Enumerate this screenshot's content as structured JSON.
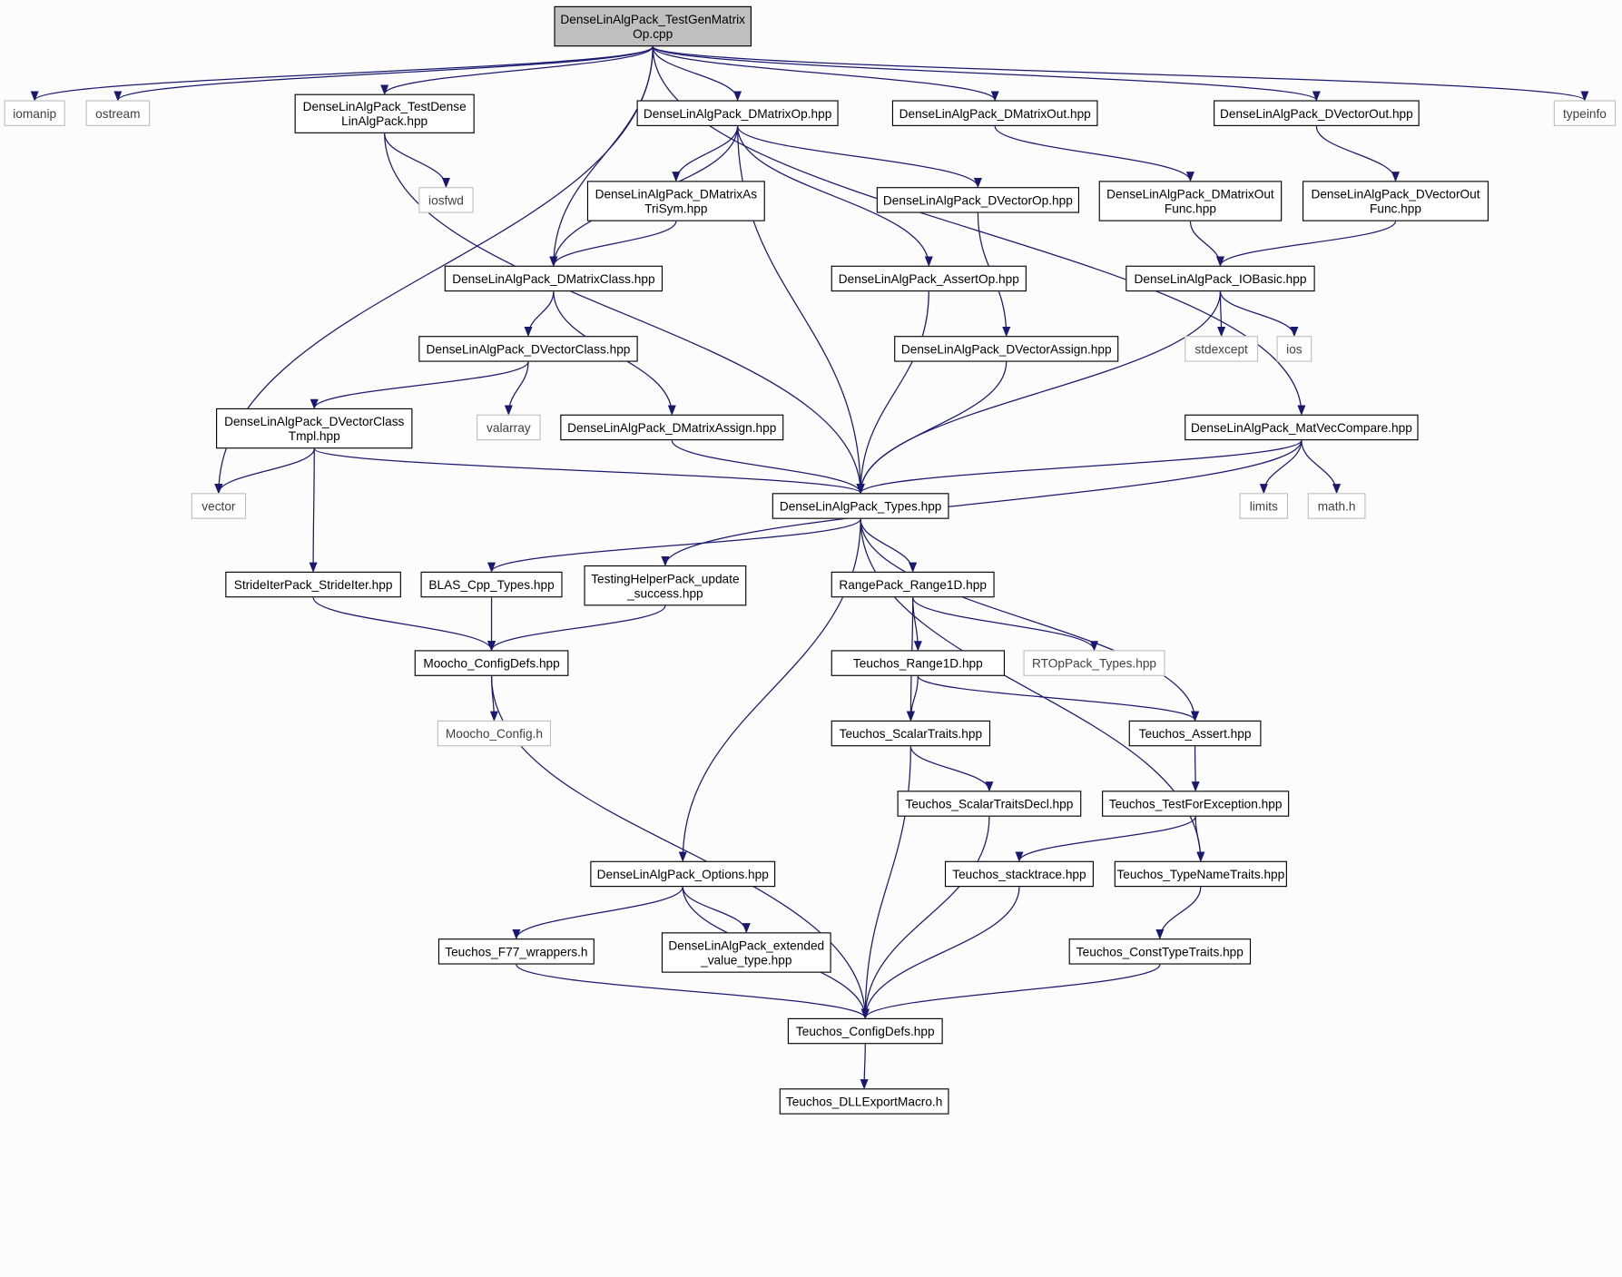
{
  "colors": {
    "edge": "#191970",
    "node_border": "#000000",
    "system_border": "#bfbfbf",
    "root_fill": "#bfbfbf",
    "background": "#fcfcfc"
  },
  "nodes": {
    "root": "DenseLinAlgPack_TestGenMatrix\nOp.cpp",
    "iomanip": "iomanip",
    "ostream": "ostream",
    "testdense": "DenseLinAlgPack_TestDense\nLinAlgPack.hpp",
    "dmatrixop": "DenseLinAlgPack_DMatrixOp.hpp",
    "dmatrixout": "DenseLinAlgPack_DMatrixOut.hpp",
    "dvectorout": "DenseLinAlgPack_DVectorOut.hpp",
    "typeinfo": "typeinfo",
    "iosfwd": "iosfwd",
    "dmatrixas": "DenseLinAlgPack_DMatrixAs\nTriSym.hpp",
    "dvectorop": "DenseLinAlgPack_DVectorOp.hpp",
    "dmatrixoutfunc": "DenseLinAlgPack_DMatrixOut\nFunc.hpp",
    "dvectoroutfunc": "DenseLinAlgPack_DVectorOut\nFunc.hpp",
    "dmatrixclass": "DenseLinAlgPack_DMatrixClass.hpp",
    "assertop": "DenseLinAlgPack_AssertOp.hpp",
    "iobasic": "DenseLinAlgPack_IOBasic.hpp",
    "dvectorclass": "DenseLinAlgPack_DVectorClass.hpp",
    "dvectorassign": "DenseLinAlgPack_DVectorAssign.hpp",
    "stdexcept": "stdexcept",
    "ios": "ios",
    "dvectorclasstmpl": "DenseLinAlgPack_DVectorClass\nTmpl.hpp",
    "valarray": "valarray",
    "dmatrixassign": "DenseLinAlgPack_DMatrixAssign.hpp",
    "matveccompare": "DenseLinAlgPack_MatVecCompare.hpp",
    "vector": "vector",
    "types": "DenseLinAlgPack_Types.hpp",
    "limits": "limits",
    "math": "math.h",
    "strideiter": "StrideIterPack_StrideIter.hpp",
    "blas": "BLAS_Cpp_Types.hpp",
    "testinghelper": "TestingHelperPack_update\n_success.hpp",
    "range1d": "RangePack_Range1D.hpp",
    "moochodefs": "Moocho_ConfigDefs.hpp",
    "teuchosrange": "Teuchos_Range1D.hpp",
    "rtop": "RTOpPack_Types.hpp",
    "moochoconfig": "Moocho_Config.h",
    "scalartraits": "Teuchos_ScalarTraits.hpp",
    "assert": "Teuchos_Assert.hpp",
    "scalardecl": "Teuchos_ScalarTraitsDecl.hpp",
    "testforexc": "Teuchos_TestForException.hpp",
    "options": "DenseLinAlgPack_Options.hpp",
    "stacktrace": "Teuchos_stacktrace.hpp",
    "typename": "Teuchos_TypeNameTraits.hpp",
    "f77": "Teuchos_F77_wrappers.h",
    "extended": "DenseLinAlgPack_extended\n_value_type.hpp",
    "consttype": "Teuchos_ConstTypeTraits.hpp",
    "teuchosdefs": "Teuchos_ConfigDefs.hpp",
    "dllexport": "Teuchos_DLLExportMacro.h"
  },
  "edges": [
    [
      "root",
      "iomanip"
    ],
    [
      "root",
      "ostream"
    ],
    [
      "root",
      "testdense"
    ],
    [
      "root",
      "vector"
    ],
    [
      "root",
      "dmatrixclass"
    ],
    [
      "root",
      "dmatrixop"
    ],
    [
      "root",
      "dmatrixout"
    ],
    [
      "root",
      "dvectorout"
    ],
    [
      "root",
      "matveccompare"
    ],
    [
      "root",
      "typeinfo"
    ],
    [
      "testdense",
      "iosfwd"
    ],
    [
      "testdense",
      "types"
    ],
    [
      "dmatrixop",
      "dmatrixclass"
    ],
    [
      "dmatrixop",
      "dmatrixas"
    ],
    [
      "dmatrixop",
      "dvectorop"
    ],
    [
      "dmatrixop",
      "assertop"
    ],
    [
      "dmatrixop",
      "types"
    ],
    [
      "dmatrixout",
      "dmatrixoutfunc"
    ],
    [
      "dvectorout",
      "dvectoroutfunc"
    ],
    [
      "dmatrixas",
      "dmatrixclass"
    ],
    [
      "dvectorop",
      "dvectorassign"
    ],
    [
      "dmatrixoutfunc",
      "iobasic"
    ],
    [
      "dvectoroutfunc",
      "iobasic"
    ],
    [
      "dmatrixclass",
      "dvectorclass"
    ],
    [
      "dmatrixclass",
      "dmatrixassign"
    ],
    [
      "assertop",
      "types"
    ],
    [
      "iobasic",
      "stdexcept"
    ],
    [
      "iobasic",
      "ios"
    ],
    [
      "iobasic",
      "types"
    ],
    [
      "dvectorclass",
      "dvectorclasstmpl"
    ],
    [
      "dvectorclass",
      "valarray"
    ],
    [
      "dvectorassign",
      "types"
    ],
    [
      "dvectorclasstmpl",
      "vector"
    ],
    [
      "dvectorclasstmpl",
      "strideiter"
    ],
    [
      "dvectorclasstmpl",
      "types"
    ],
    [
      "dmatrixassign",
      "types"
    ],
    [
      "matveccompare",
      "types"
    ],
    [
      "matveccompare",
      "testinghelper"
    ],
    [
      "matveccompare",
      "limits"
    ],
    [
      "matveccompare",
      "math"
    ],
    [
      "types",
      "blas"
    ],
    [
      "types",
      "range1d"
    ],
    [
      "types",
      "options"
    ],
    [
      "types",
      "assert"
    ],
    [
      "types",
      "typename"
    ],
    [
      "strideiter",
      "moochodefs"
    ],
    [
      "blas",
      "moochodefs"
    ],
    [
      "testinghelper",
      "moochodefs"
    ],
    [
      "range1d",
      "teuchosrange"
    ],
    [
      "range1d",
      "rtop"
    ],
    [
      "range1d",
      "scalartraits"
    ],
    [
      "moochodefs",
      "moochoconfig"
    ],
    [
      "moochodefs",
      "teuchosdefs"
    ],
    [
      "teuchosrange",
      "scalartraits"
    ],
    [
      "teuchosrange",
      "assert"
    ],
    [
      "scalartraits",
      "scalardecl"
    ],
    [
      "scalartraits",
      "teuchosdefs"
    ],
    [
      "assert",
      "testforexc"
    ],
    [
      "scalardecl",
      "teuchosdefs"
    ],
    [
      "testforexc",
      "stacktrace"
    ],
    [
      "testforexc",
      "typename"
    ],
    [
      "options",
      "f77"
    ],
    [
      "options",
      "extended"
    ],
    [
      "options",
      "teuchosdefs"
    ],
    [
      "stacktrace",
      "teuchosdefs"
    ],
    [
      "typename",
      "consttype"
    ],
    [
      "f77",
      "teuchosdefs"
    ],
    [
      "consttype",
      "teuchosdefs"
    ],
    [
      "teuchosdefs",
      "dllexport"
    ]
  ]
}
